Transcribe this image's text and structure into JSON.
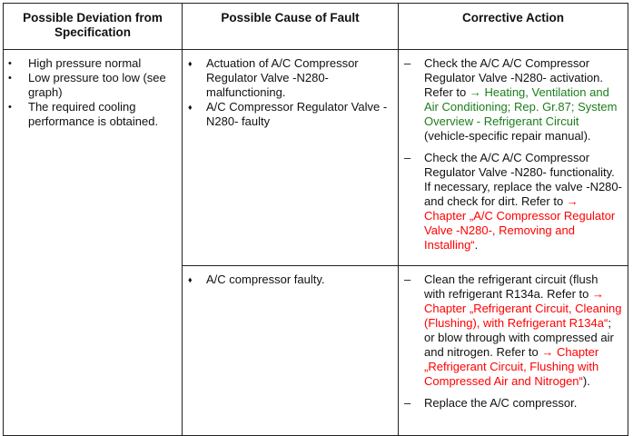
{
  "headers": [
    "Possible Deviation from Specification",
    "Possible Cause of Fault",
    "Corrective Action"
  ],
  "deviation": [
    "High pressure normal",
    "Low pressure too low (see graph)",
    "The required cooling performance is obtained."
  ],
  "row1": {
    "causes": [
      "Actuation of A/C Compressor Regulator Valve -N280- malfunctioning.",
      "A/C Compressor Regulator Valve -N280- faulty"
    ],
    "actions": [
      {
        "a": "Check the A/C A/C Compressor Regulator Valve -N280- activation. Refer to ",
        "link": "→ Heating, Ventilation and Air Conditioning; Rep. Gr.87; System Overview - Refrigerant Circuit",
        "b": " (vehicle-specific repair manual)."
      },
      {
        "a": "Check the A/C A/C Compressor Regulator Valve -N280- functionality. If necessary, replace the valve -N280- and check for dirt. Refer to ",
        "link": "→ Chapter „A/C Compressor Regulator Valve -N280-, Removing and Installing“",
        "b": "."
      }
    ]
  },
  "row2": {
    "causes": [
      "A/C compressor faulty."
    ],
    "actions": [
      {
        "a": "Clean the refrigerant circuit (flush with refrigerant R134a. Refer to ",
        "link": "→ Chapter „Refrigerant Circuit, Cleaning (Flushing), with Refrigerant R134a“",
        "b": "; or blow through with compressed air and nitrogen. Refer to ",
        "link2": "→ Chapter „Refrigerant Circuit, Flushing with Compressed Air and Nitrogen“",
        "c": ")."
      },
      {
        "a": "Replace the A/C compressor."
      }
    ]
  },
  "bullet": "•",
  "diamond": "♦",
  "dash": "–"
}
